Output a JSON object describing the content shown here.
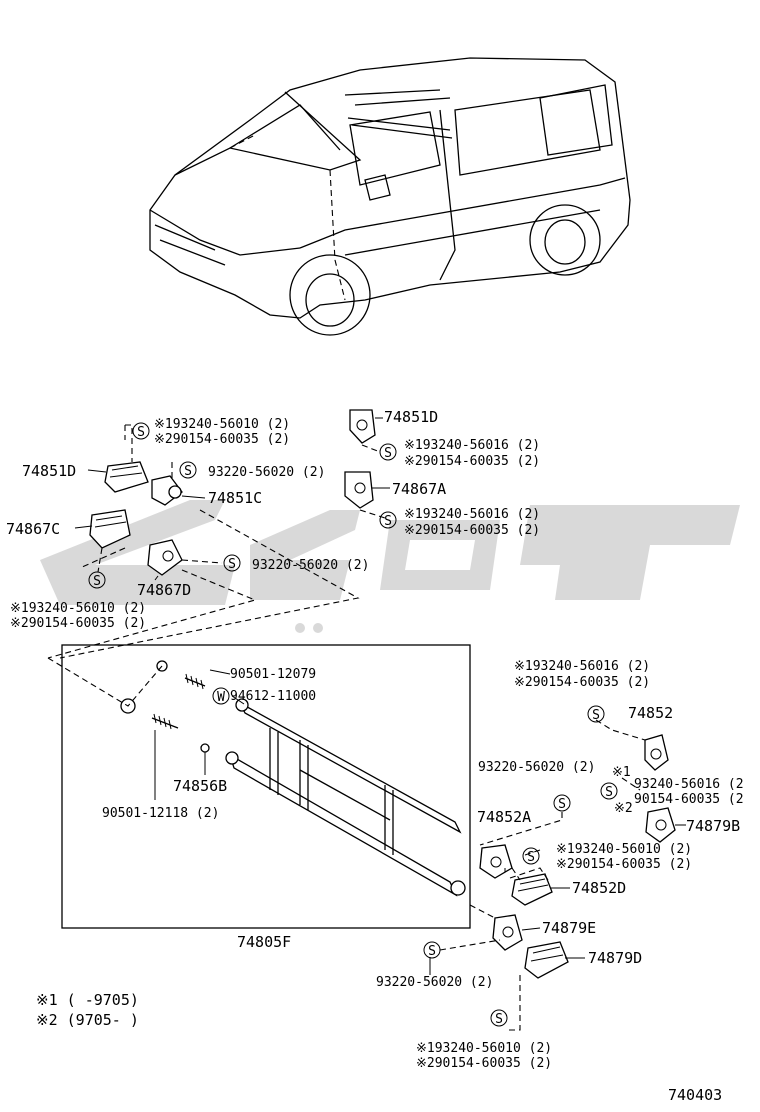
{
  "labels": {
    "p74851D_top": "74851D",
    "s193240_56016_a": "※193240-56016 (2)",
    "s290154_60035_a": "※290154-60035 (2)",
    "p74867A": "74867A",
    "s193240_56016_b": "※193240-56016 (2)",
    "s290154_60035_b": "※290154-60035 (2)",
    "s193240_56010_a": "※193240-56010 (2)",
    "s290154_60035_c": "※290154-60035 (2)",
    "p74851D_left": "74851D",
    "s93220_56020_a": "93220-56020 (2)",
    "p74851C": "74851C",
    "p74867C": "74867C",
    "s93220_56020_b": "93220-56020 (2)",
    "p74867D": "74867D",
    "s193240_56010_b": "※193240-56010 (2)",
    "s290154_60035_d": "※290154-60035 (2)",
    "s90501_12079": "90501-12079",
    "s94612_11000": "94612-11000",
    "p74856B": "74856B",
    "s90501_12118": "90501-12118 (2)",
    "p74805F": "74805F",
    "s193240_56016_c": "※193240-56016 (2)",
    "s290154_60035_e": "※290154-60035 (2)",
    "p74852": "74852",
    "s93220_56020_c": "93220-56020 (2)",
    "note1_mark": "※1",
    "s93240_56016": "93240-56016 (2",
    "s90154_60035": "90154-60035 (2",
    "note2_mark": "※2",
    "p74879B": "74879B",
    "p74852A": "74852A",
    "s193240_56010_c": "※193240-56010 (2)",
    "s290154_60035_f": "※290154-60035 (2)",
    "p74852D": "74852D",
    "p74879E": "74879E",
    "p74879D": "74879D",
    "s93220_56020_d": "93220-56020 (2)",
    "s193240_56010_d": "※193240-56010 (2)",
    "s290154_60035_g": "※290154-60035 (2)",
    "legend1": "※1  (     -9705)",
    "legend2": "※2  (9705-      )",
    "diagram_code": "740403",
    "s_symbol": "S",
    "w_symbol": "W"
  }
}
